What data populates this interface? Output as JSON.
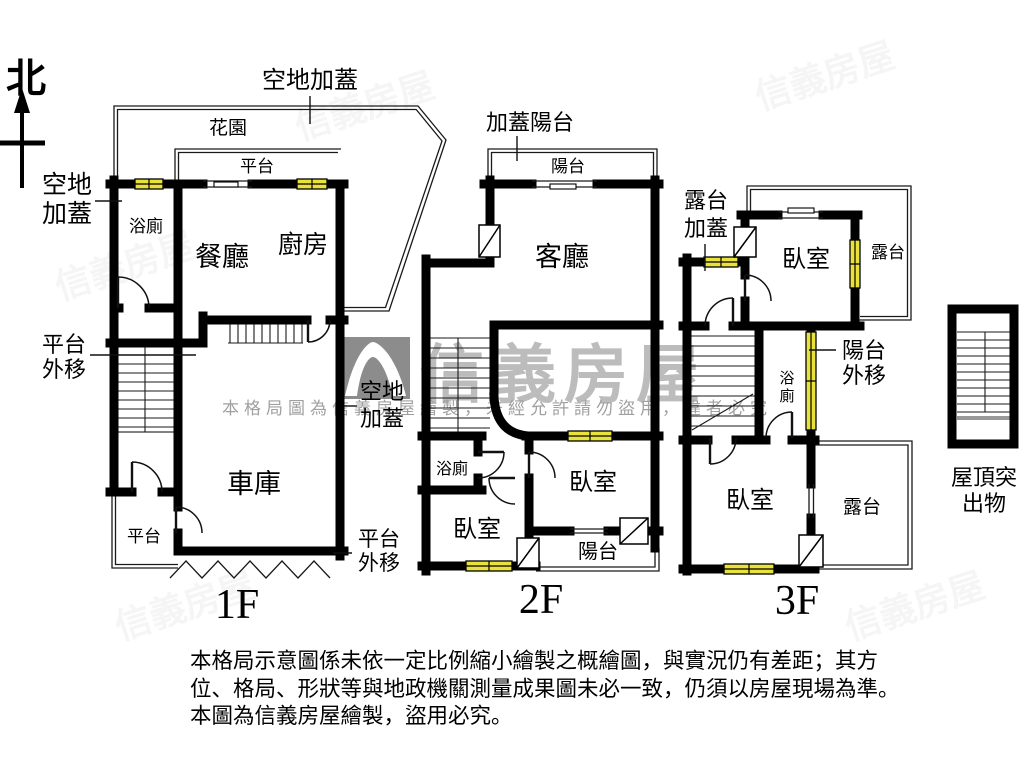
{
  "colors": {
    "wall": "#000000",
    "window_fill": "#e9e23a",
    "watermark_text": "#b5b5b5",
    "watermark_notice": "#a0a0a0",
    "logo_bg": "#8c8c8c"
  },
  "compass": {
    "north": "北"
  },
  "watermark": {
    "brand": "信義房屋",
    "notice": "本格局圖為信義房屋繪製，未經允許請勿盜用，違者必究"
  },
  "f1": {
    "name": "1F",
    "open_cover_top": "空地加蓋",
    "garden": "花園",
    "platform_top": "平台",
    "open_left_1": "空地",
    "open_left_2": "加蓋",
    "bathroom": "浴廁",
    "dining": "餐廳",
    "kitchen": "廚房",
    "platform_out_1": "平台",
    "platform_out_2": "外移",
    "garage": "車庫",
    "platform_bottom": "平台",
    "open_mid_1": "空地",
    "open_mid_2": "加蓋",
    "platform_br_1": "平台",
    "platform_br_2": "外移"
  },
  "f2": {
    "name": "2F",
    "covered_balcony": "加蓋陽台",
    "balcony_top": "陽台",
    "living": "客廳",
    "bathroom": "浴廁",
    "bedroom_right": "臥室",
    "bedroom_left": "臥室",
    "balcony_bottom": "陽台"
  },
  "f3": {
    "name": "3F",
    "terrace_cover_1": "露台",
    "terrace_cover_2": "加蓋",
    "terrace_top": "露台",
    "bedroom_top": "臥室",
    "bathroom_1": "浴",
    "bathroom_2": "廁",
    "balcony_out_1": "陽台",
    "balcony_out_2": "外移",
    "bedroom_bottom": "臥室",
    "terrace_bottom": "露台"
  },
  "roof": {
    "label_1": "屋頂突",
    "label_2": "出物"
  },
  "disclaimer": {
    "line1": "本格局示意圖係未依一定比例縮小繪製之概繪圖，與實況仍有差距；其方",
    "line2": "位、格局、形狀等與地政機關測量成果圖未必一致，仍須以房屋現場為準。",
    "line3": "本圖為信義房屋繪製，盜用必究。"
  }
}
